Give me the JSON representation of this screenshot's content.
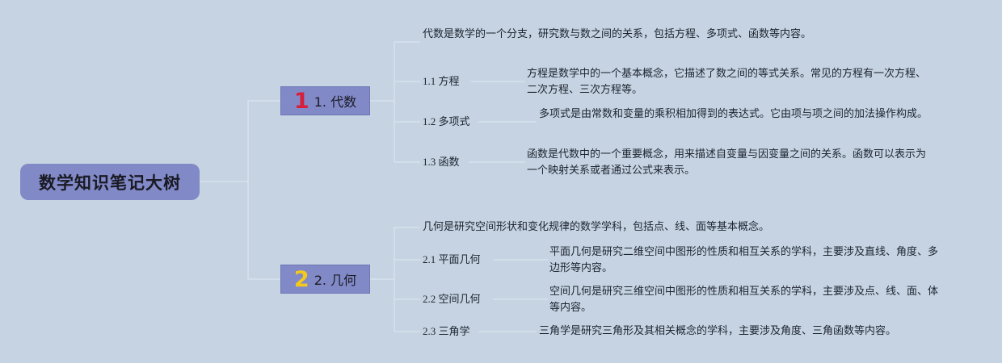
{
  "root": {
    "title": "数学知识笔记大树"
  },
  "branches": [
    {
      "number": "1",
      "label": "1. 代数",
      "summary": "代数是数学的一个分支，研究数与数之间的关系，包括方程、多项式、函数等内容。",
      "children": [
        {
          "label": "1.1 方程",
          "desc": "方程是数学中的一个基本概念，它描述了数之间的等式关系。常见的方程有一次方程、二次方程、三次方程等。"
        },
        {
          "label": "1.2 多项式",
          "desc": "多项式是由常数和变量的乘积相加得到的表达式。它由项与项之间的加法操作构成。"
        },
        {
          "label": "1.3 函数",
          "desc": "函数是代数中的一个重要概念，用来描述自变量与因变量之间的关系。函数可以表示为一个映射关系或者通过公式来表示。"
        }
      ]
    },
    {
      "number": "2",
      "label": "2. 几何",
      "summary": "几何是研究空间形状和变化规律的数学学科，包括点、线、面等基本概念。",
      "children": [
        {
          "label": "2.1 平面几何",
          "desc": "平面几何是研究二维空间中图形的性质和相互关系的学科，主要涉及直线、角度、多边形等内容。"
        },
        {
          "label": "2.2 空间几何",
          "desc": "空间几何是研究三维空间中图形的性质和相互关系的学科，主要涉及点、线、面、体等内容。"
        },
        {
          "label": "2.3 三角学",
          "desc": "三角学是研究三角形及其相关概念的学科，主要涉及角度、三角函数等内容。"
        }
      ]
    }
  ],
  "colors": {
    "background": "#c5d3e2",
    "node": "#8189c7",
    "connector": "#dbe4ee",
    "number_1": "#d81e3c",
    "number_2": "#f4c91c"
  }
}
